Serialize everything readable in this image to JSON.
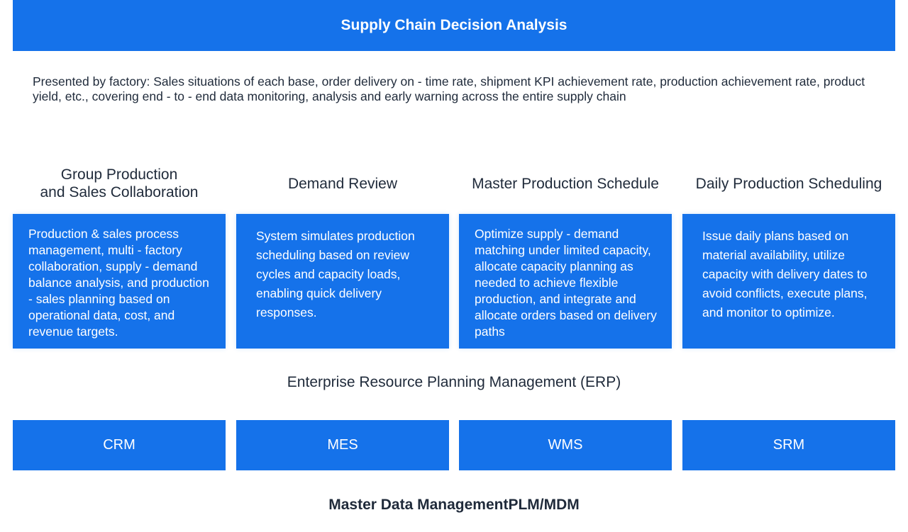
{
  "banner": {
    "title": "Supply Chain Decision Analysis"
  },
  "intro": {
    "text": "Presented by factory: Sales situations of each base, order delivery on - time rate, shipment KPI achievement rate, production achievement rate, product yield, etc., covering end - to - end data monitoring, analysis and early warning across the entire supply chain"
  },
  "columns": [
    {
      "title_line1": "Group Production",
      "title_line2": "and Sales Collaboration",
      "body": "Production & sales process management, multi - factory collaboration, supply - demand balance analysis, and production - sales planning based on operational data, cost, and revenue targets."
    },
    {
      "title": "Demand Review",
      "body": "System simulates production scheduling based on review cycles and capacity loads, enabling quick delivery responses."
    },
    {
      "title": "Master Production Schedule",
      "body": "Optimize supply - demand matching under limited capacity, allocate capacity planning as needed to achieve flexible production, and integrate and allocate orders based on delivery paths"
    },
    {
      "title": "Daily Production Scheduling",
      "body": "Issue daily plans based on material availability, utilize capacity with delivery dates to avoid conflicts, execute plans, and monitor to optimize."
    }
  ],
  "erp": {
    "label": "Enterprise Resource Planning Management (ERP)"
  },
  "systems": [
    "CRM",
    "MES",
    "WMS",
    "SRM"
  ],
  "mdm": {
    "label": "Master Data ManagementPLM/MDM"
  },
  "colors": {
    "primary": "#1572ea",
    "text": "#1f2a3a",
    "background": "#ffffff"
  }
}
